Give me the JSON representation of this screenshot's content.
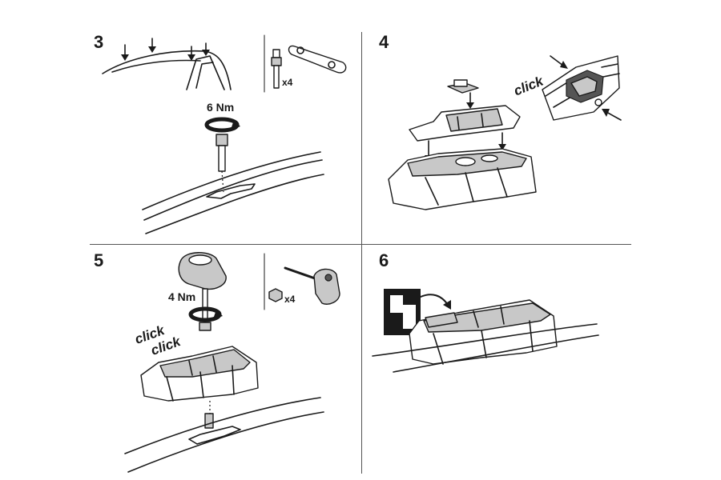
{
  "steps": {
    "s3": {
      "number": "3",
      "torque": "6 Nm",
      "qty": "x4"
    },
    "s4": {
      "number": "4",
      "click": "click"
    },
    "s5": {
      "number": "5",
      "torque": "4 Nm",
      "qty": "x4",
      "click1": "click",
      "click2": "click"
    },
    "s6": {
      "number": "6"
    }
  },
  "icons": {
    "roof_arrows": "down-arrow-icon",
    "torque_rotation": "rotation-arrow-icon",
    "insert_arrow": "curved-arrow-icon"
  },
  "colors": {
    "ink": "#1a1a1a",
    "shade": "#c8c8c8",
    "dark": "#555555",
    "divider": "#555555"
  }
}
